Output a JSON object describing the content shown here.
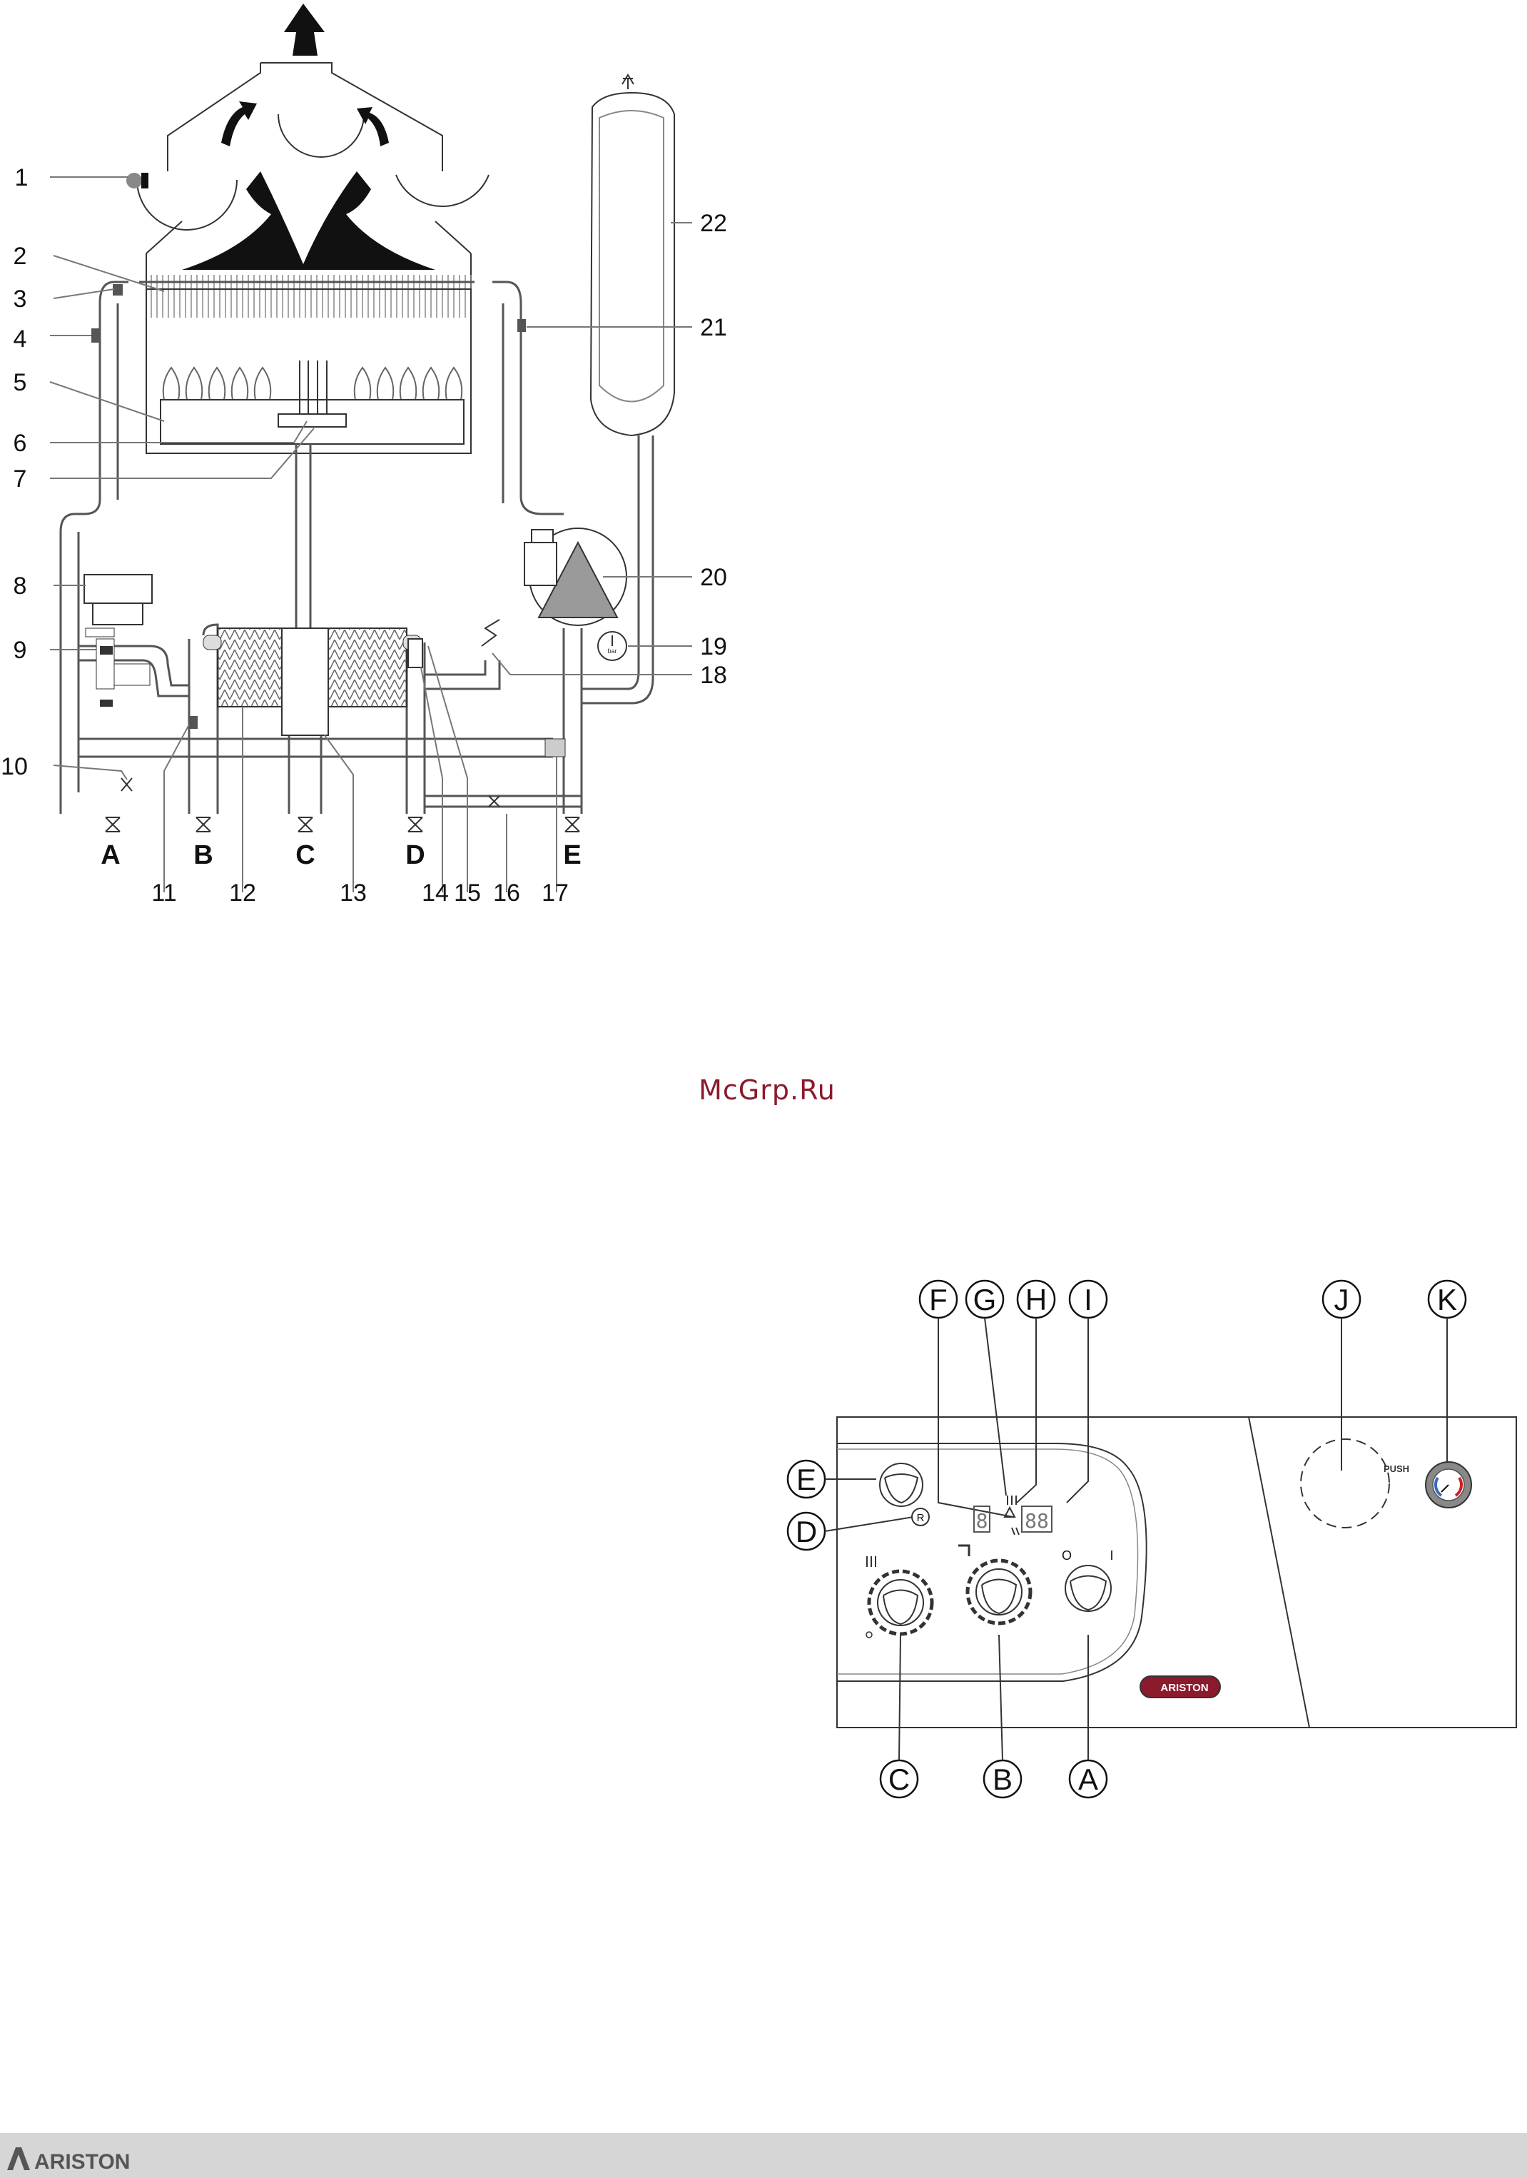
{
  "watermark": "McGrp.Ru",
  "footer": {
    "brand": "ARISTON"
  },
  "boiler_diagram": {
    "component_numbers": [
      "1",
      "2",
      "3",
      "4",
      "5",
      "6",
      "7",
      "8",
      "9",
      "10",
      "11",
      "12",
      "13",
      "14",
      "15",
      "16",
      "17",
      "18",
      "19",
      "20",
      "21",
      "22"
    ],
    "connection_letters": [
      "A",
      "B",
      "C",
      "D",
      "E"
    ],
    "gauge_unit": "bar"
  },
  "control_panel": {
    "callouts": [
      "F",
      "G",
      "H",
      "I",
      "J",
      "K",
      "C",
      "B",
      "A",
      "E",
      "D"
    ],
    "reset_symbol": "R",
    "push_label": "PUSH",
    "switch_off": "O",
    "switch_on": "I",
    "brand_badge": "ARISTON",
    "display_left": "8",
    "display_right": "88"
  }
}
